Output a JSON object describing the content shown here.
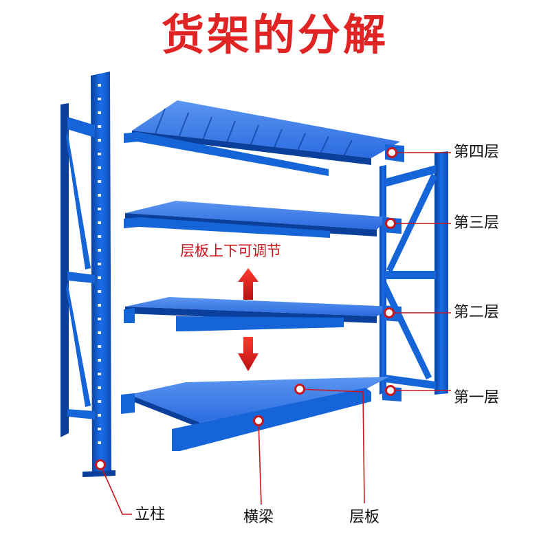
{
  "title": "货架的分解",
  "adjust_note": "层板上下可调节",
  "levels": {
    "level4": "第四层",
    "level3": "第三层",
    "level2": "第二层",
    "level1": "第一层"
  },
  "parts": {
    "upright": "立柱",
    "beam": "横梁",
    "shelf_panel": "层板"
  },
  "colors": {
    "title": "#e02424",
    "note": "#c8161d",
    "steel_blue": "#1565d8",
    "steel_dark": "#0b3f9c",
    "panel_blue": "#3b7de8",
    "leader_line": "#c8161d"
  }
}
